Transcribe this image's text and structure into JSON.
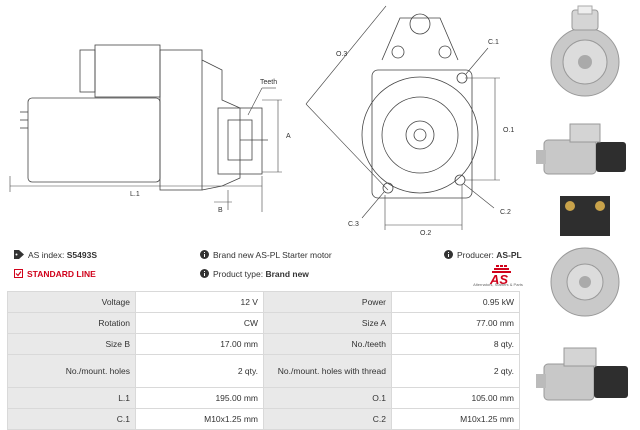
{
  "drawing": {
    "labels": {
      "teeth": "Teeth",
      "a": "A",
      "b": "B",
      "l1": "L.1",
      "o1": "O.1",
      "o2": "O.2",
      "o3": "O.3",
      "c1": "C.1",
      "c2": "C.2",
      "c3": "C.3"
    }
  },
  "info": {
    "index_label": "AS index:",
    "index_value": "S5493S",
    "brand_text": "Brand new AS-PL Starter motor",
    "producer_label": "Producer:",
    "producer_value": "AS-PL",
    "standard_line": "STANDARD LINE",
    "product_type_label": "Product type:",
    "product_type_value": "Brand new",
    "logo_text": "AS",
    "logo_sub": "Alternators, Starters & Parts"
  },
  "specs": [
    {
      "l1": "Voltage",
      "v1": "12 V",
      "l2": "Power",
      "v2": "0.95 kW"
    },
    {
      "l1": "Rotation",
      "v1": "CW",
      "l2": "Size A",
      "v2": "77.00 mm"
    },
    {
      "l1": "Size B",
      "v1": "17.00 mm",
      "l2": "No./teeth",
      "v2": "8 qty."
    },
    {
      "l1": "No./mount. holes",
      "v1": "2 qty.",
      "l2": "No./mount. holes with thread",
      "v2": "2 qty."
    },
    {
      "l1": "L.1",
      "v1": "195.00 mm",
      "l2": "O.1",
      "v2": "105.00 mm"
    },
    {
      "l1": "C.1",
      "v1": "M10x1.25 mm",
      "l2": "C.2",
      "v2": "M10x1.25 mm"
    }
  ],
  "colors": {
    "accent": "#d0021b",
    "label_bg": "#e9e9e9",
    "border": "#d9d9d9"
  },
  "icons": [
    "tag-icon",
    "info-icon",
    "checkbox-icon"
  ]
}
